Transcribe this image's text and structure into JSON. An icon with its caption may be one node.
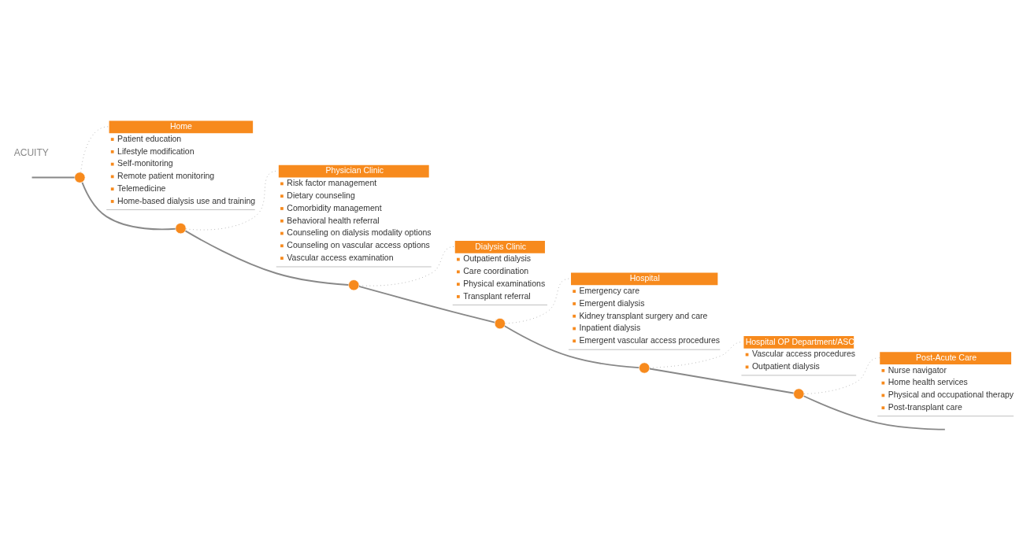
{
  "diagram": {
    "nodes": [
      {
        "text": [
          "Home",
          "Patient education",
          "Lifestyle modification",
          "Self-monitoring",
          "Remote patient monitoring",
          "Telemedicine",
          "Home-based dialysis use and training"
        ]
      },
      {
        "text": [
          "Dialysis Clinic",
          "Outpatient dialysis",
          "Care coordination",
          "Physical examinations",
          "Transplant referral"
        ]
      },
      {
        "text": [
          "Hospital OP Department/ASC",
          "Vascular access procedures",
          "Outpatient dialysis"
        ]
      },
      {
        "text": [
          "Hospital",
          "Emergency care",
          "Emergent dialysis",
          "Kidney transplant surgery and care",
          "Inpatient dialysis",
          "Emergent vascular access procedures"
        ]
      },
      {
        "text": [
          "Physician Clinic",
          "Risk factor management",
          "Dietary counseling",
          "Comorbidity management",
          "Behavioral health referral",
          "Counseling on dialysis modality options",
          "Counseling on vascular access options",
          "Vascular access examination"
        ]
      },
      {
        "text": [
          "Post-Acute Care",
          "Nurse navigator",
          "Home health services",
          "Physical and occupational therapy",
          "Post-transplant care"
        ]
      },
      {
        "text": [],
        "shape": "circle"
      },
      {
        "text": [],
        "shape": "circle"
      },
      {
        "text": [],
        "shape": "circle"
      },
      {
        "text": [],
        "shape": "circle"
      },
      {
        "text": [],
        "shape": "circle"
      },
      {
        "text": [],
        "shape": "circle"
      }
    ],
    "edges": [
      {
        "from": null,
        "to": 6,
        "arrow": "none"
      },
      {
        "from": 6,
        "to": 7,
        "arrow": "none"
      },
      {
        "from": 7,
        "to": 8,
        "arrow": "none"
      },
      {
        "from": 8,
        "to": 9,
        "arrow": "none"
      },
      {
        "from": 9,
        "to": 10,
        "arrow": "none"
      },
      {
        "from": 10,
        "to": 11,
        "arrow": "none"
      },
      {
        "from": 11,
        "to": null,
        "arrow": "none"
      },
      {
        "from": 6,
        "to": 0,
        "arrow": "none",
        "style": "dashed"
      },
      {
        "from": 7,
        "to": 4,
        "arrow": "none",
        "style": "dashed"
      },
      {
        "from": 8,
        "to": 1,
        "arrow": "none",
        "style": "dashed"
      },
      {
        "from": 9,
        "to": 3,
        "arrow": "none",
        "style": "dashed"
      },
      {
        "from": 10,
        "to": 2,
        "arrow": "none",
        "style": "dashed"
      },
      {
        "from": 11,
        "to": 5,
        "arrow": "none",
        "style": "dashed"
      }
    ],
    "labels": [
      "ACUITY"
    ]
  }
}
